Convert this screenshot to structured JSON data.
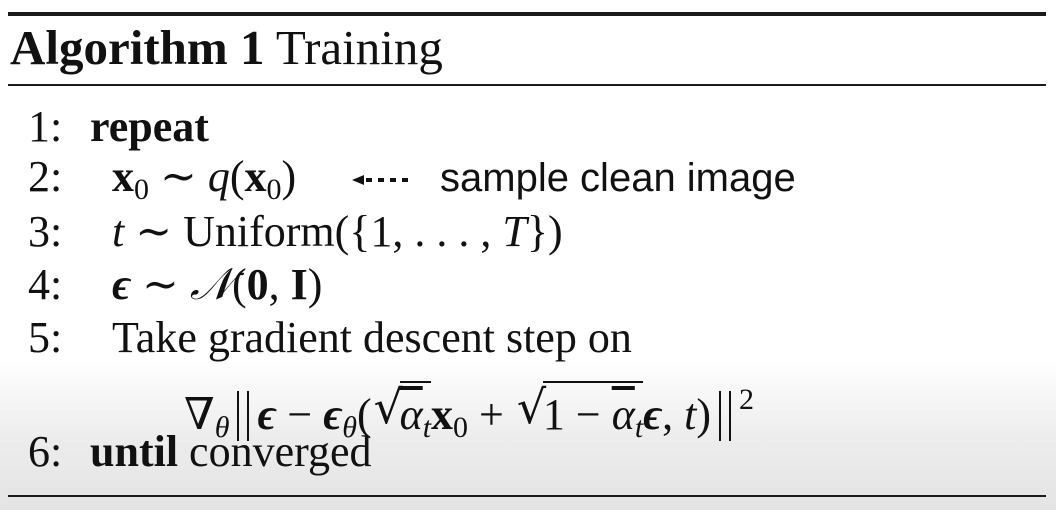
{
  "algorithm": {
    "label": "Algorithm 1",
    "name": "Training"
  },
  "steps": [
    {
      "num": "1:",
      "keyword": "repeat"
    },
    {
      "num": "2:",
      "annotation": "sample clean image"
    },
    {
      "num": "3:",
      "text": "Uniform"
    },
    {
      "num": "4:"
    },
    {
      "num": "5:",
      "text": "Take gradient descent step on"
    },
    {
      "num": "6:",
      "keyword": "until",
      "text": "converged"
    }
  ]
}
